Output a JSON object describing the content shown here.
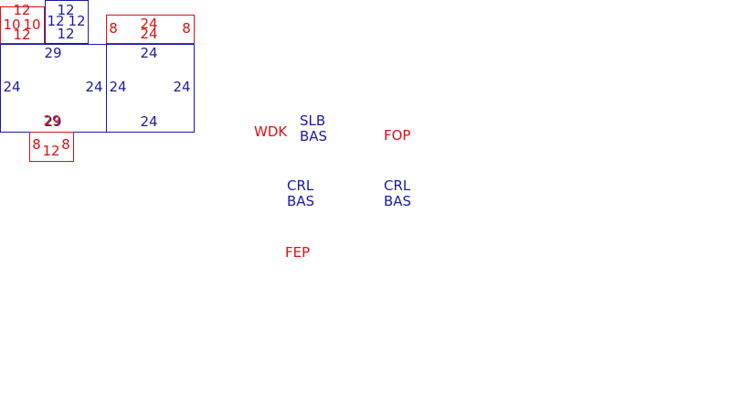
{
  "colors": {
    "red": "#dd1111",
    "blue": "#1a1aa6"
  },
  "panels": [
    {
      "id": "red-small-topleft",
      "color": "red",
      "labels": {
        "top": "12",
        "left": "10",
        "right": "10",
        "bottom": "12"
      }
    },
    {
      "id": "blue-small-top",
      "color": "blue",
      "labels": {
        "top": "12",
        "left": "12",
        "right": "12",
        "bottom": "12"
      }
    },
    {
      "id": "red-wide-top",
      "color": "red",
      "labels": {
        "top": "24",
        "left": "8",
        "right": "8",
        "bottom": "24"
      }
    },
    {
      "id": "blue-large-left",
      "color": "blue",
      "labels": {
        "top": "29",
        "left": "24",
        "right": "24",
        "bottom": "29"
      }
    },
    {
      "id": "blue-large-right",
      "color": "blue",
      "labels": {
        "top": "24",
        "left": "24",
        "right": "24",
        "bottom": "24"
      }
    },
    {
      "id": "red-small-bottom",
      "color": "red",
      "labels": {
        "top": "29",
        "left": "8",
        "right": "8",
        "bottom": "12"
      }
    }
  ],
  "tags": [
    {
      "text": "WDK",
      "color": "red"
    },
    {
      "text": "SLB\nBAS",
      "color": "blue"
    },
    {
      "text": "FOP",
      "color": "red"
    },
    {
      "text": "CRL\nBAS",
      "color": "blue"
    },
    {
      "text": "CRL\nBAS",
      "color": "blue"
    },
    {
      "text": "FEP",
      "color": "red"
    }
  ]
}
